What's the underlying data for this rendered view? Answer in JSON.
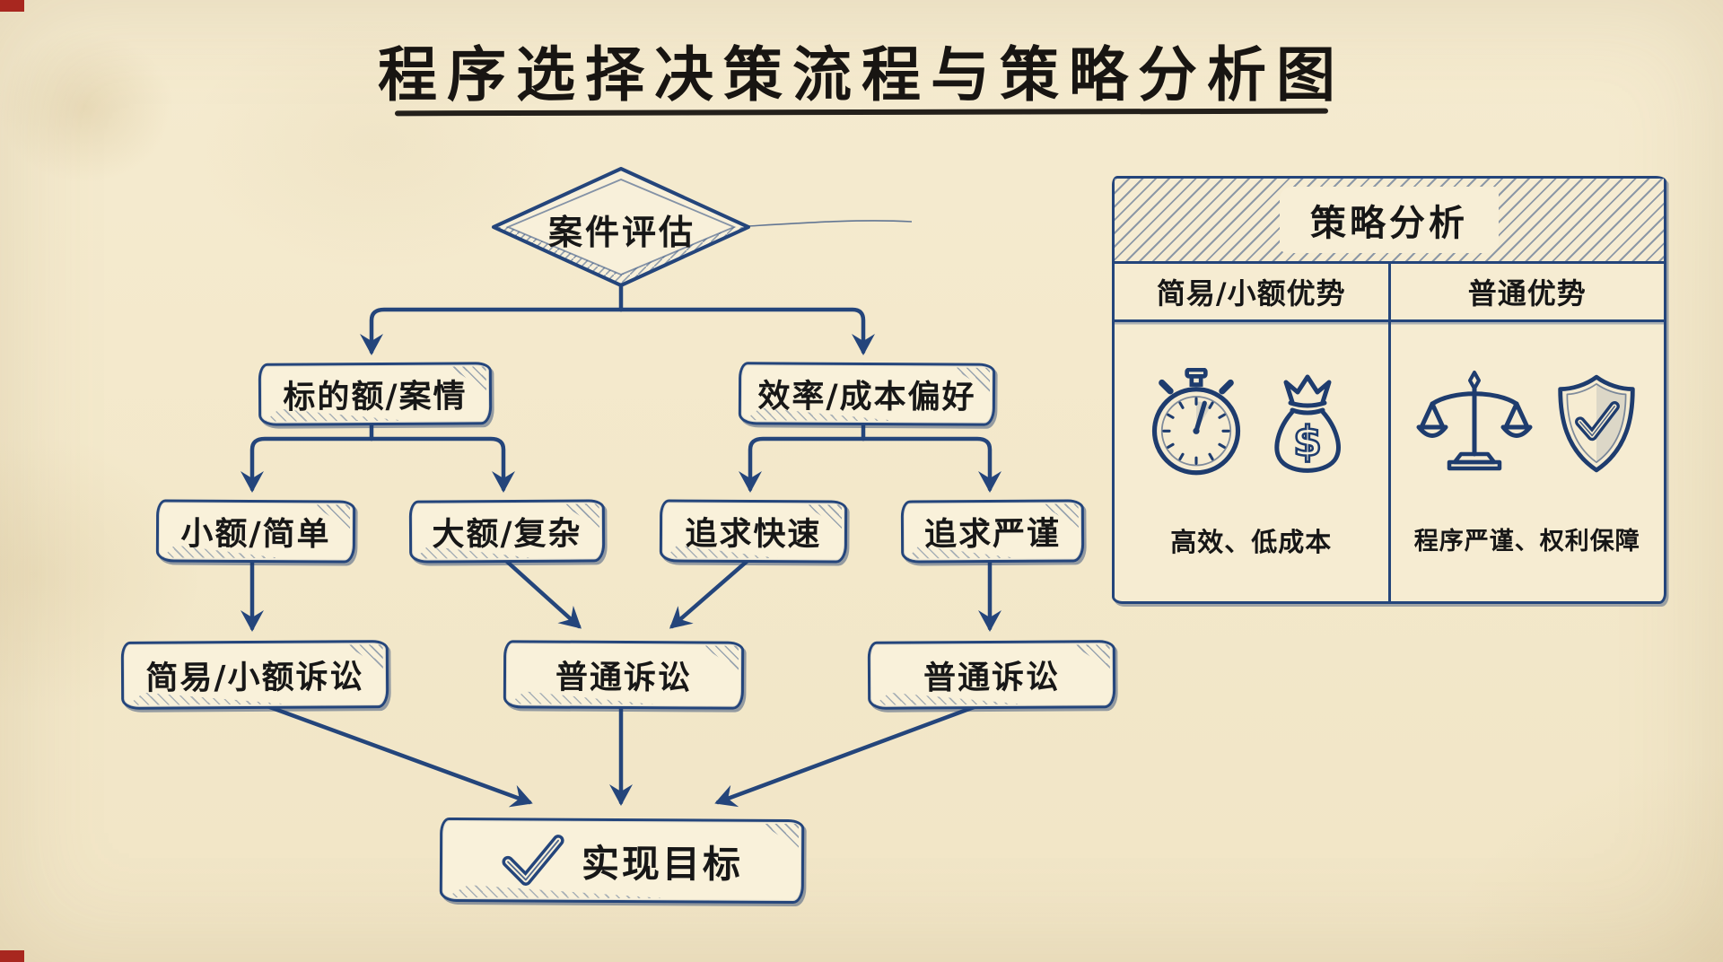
{
  "page": {
    "title": "程序选择决策流程与策略分析图"
  },
  "flowchart": {
    "root": {
      "label": "案件评估",
      "shape": "diamond"
    },
    "level2": [
      {
        "label": "标的额/案情"
      },
      {
        "label": "效率/成本偏好"
      }
    ],
    "level3": [
      {
        "label": "小额/简单"
      },
      {
        "label": "大额/复杂"
      },
      {
        "label": "追求快速"
      },
      {
        "label": "追求严谨"
      }
    ],
    "level4": [
      {
        "label": "简易/小额诉讼"
      },
      {
        "label": "普通诉讼"
      },
      {
        "label": "普通诉讼"
      }
    ],
    "goal": {
      "label": "实现目标",
      "icon": "check-icon"
    }
  },
  "panel": {
    "title": "策略分析",
    "columns": [
      {
        "header": "简易/小额优势",
        "icons": [
          "stopwatch-icon",
          "money-bag-icon"
        ],
        "caption": "高效、低成本"
      },
      {
        "header": "普通优势",
        "icons": [
          "scales-icon",
          "shield-check-icon"
        ],
        "caption": "程序严谨、权利保障"
      }
    ]
  },
  "colors": {
    "ink": "#24457b",
    "ink_dark": "#1e3c6e",
    "text": "#1a1a1a",
    "paper": "#f3e8ca",
    "box_fill": "#f9f1da",
    "red_mark": "#a8271f"
  }
}
